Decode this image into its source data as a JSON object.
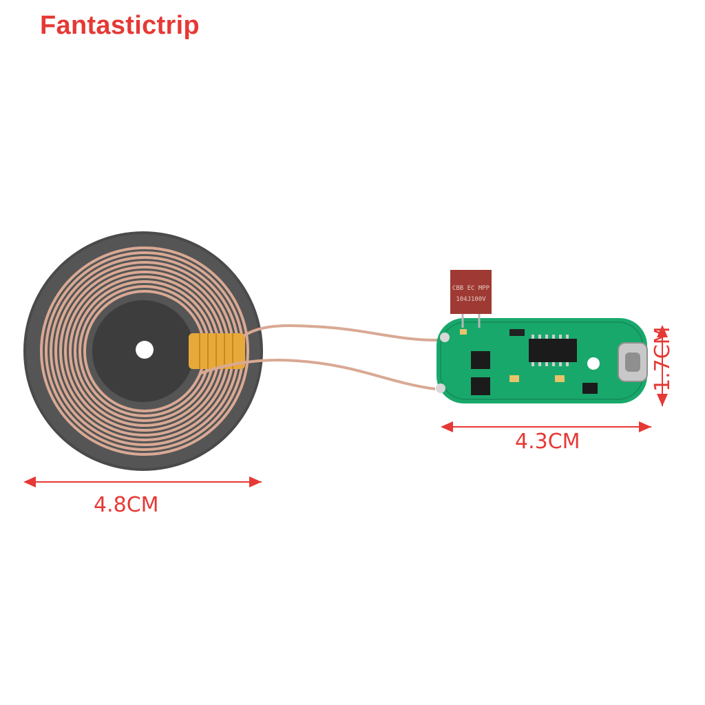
{
  "brand": {
    "name": "Fantastictrip",
    "color": "#e53935"
  },
  "product": {
    "coil": {
      "outer_diameter_label": "4.8CM",
      "icon": "copper-coil"
    },
    "board": {
      "width_label": "4.3CM",
      "height_label": "1.7CM",
      "capacitor_marking_line1": "CBB EC MPP",
      "capacitor_marking_line2": "104J100V",
      "connector": "usb-c-port"
    }
  },
  "colors": {
    "dimension": "#e53935",
    "coil_disc": "#4a4a4a",
    "copper": "#d9a994",
    "tape": "#e7a93a",
    "pcb": "#19a86c",
    "capacitor": "#9e3a33"
  }
}
